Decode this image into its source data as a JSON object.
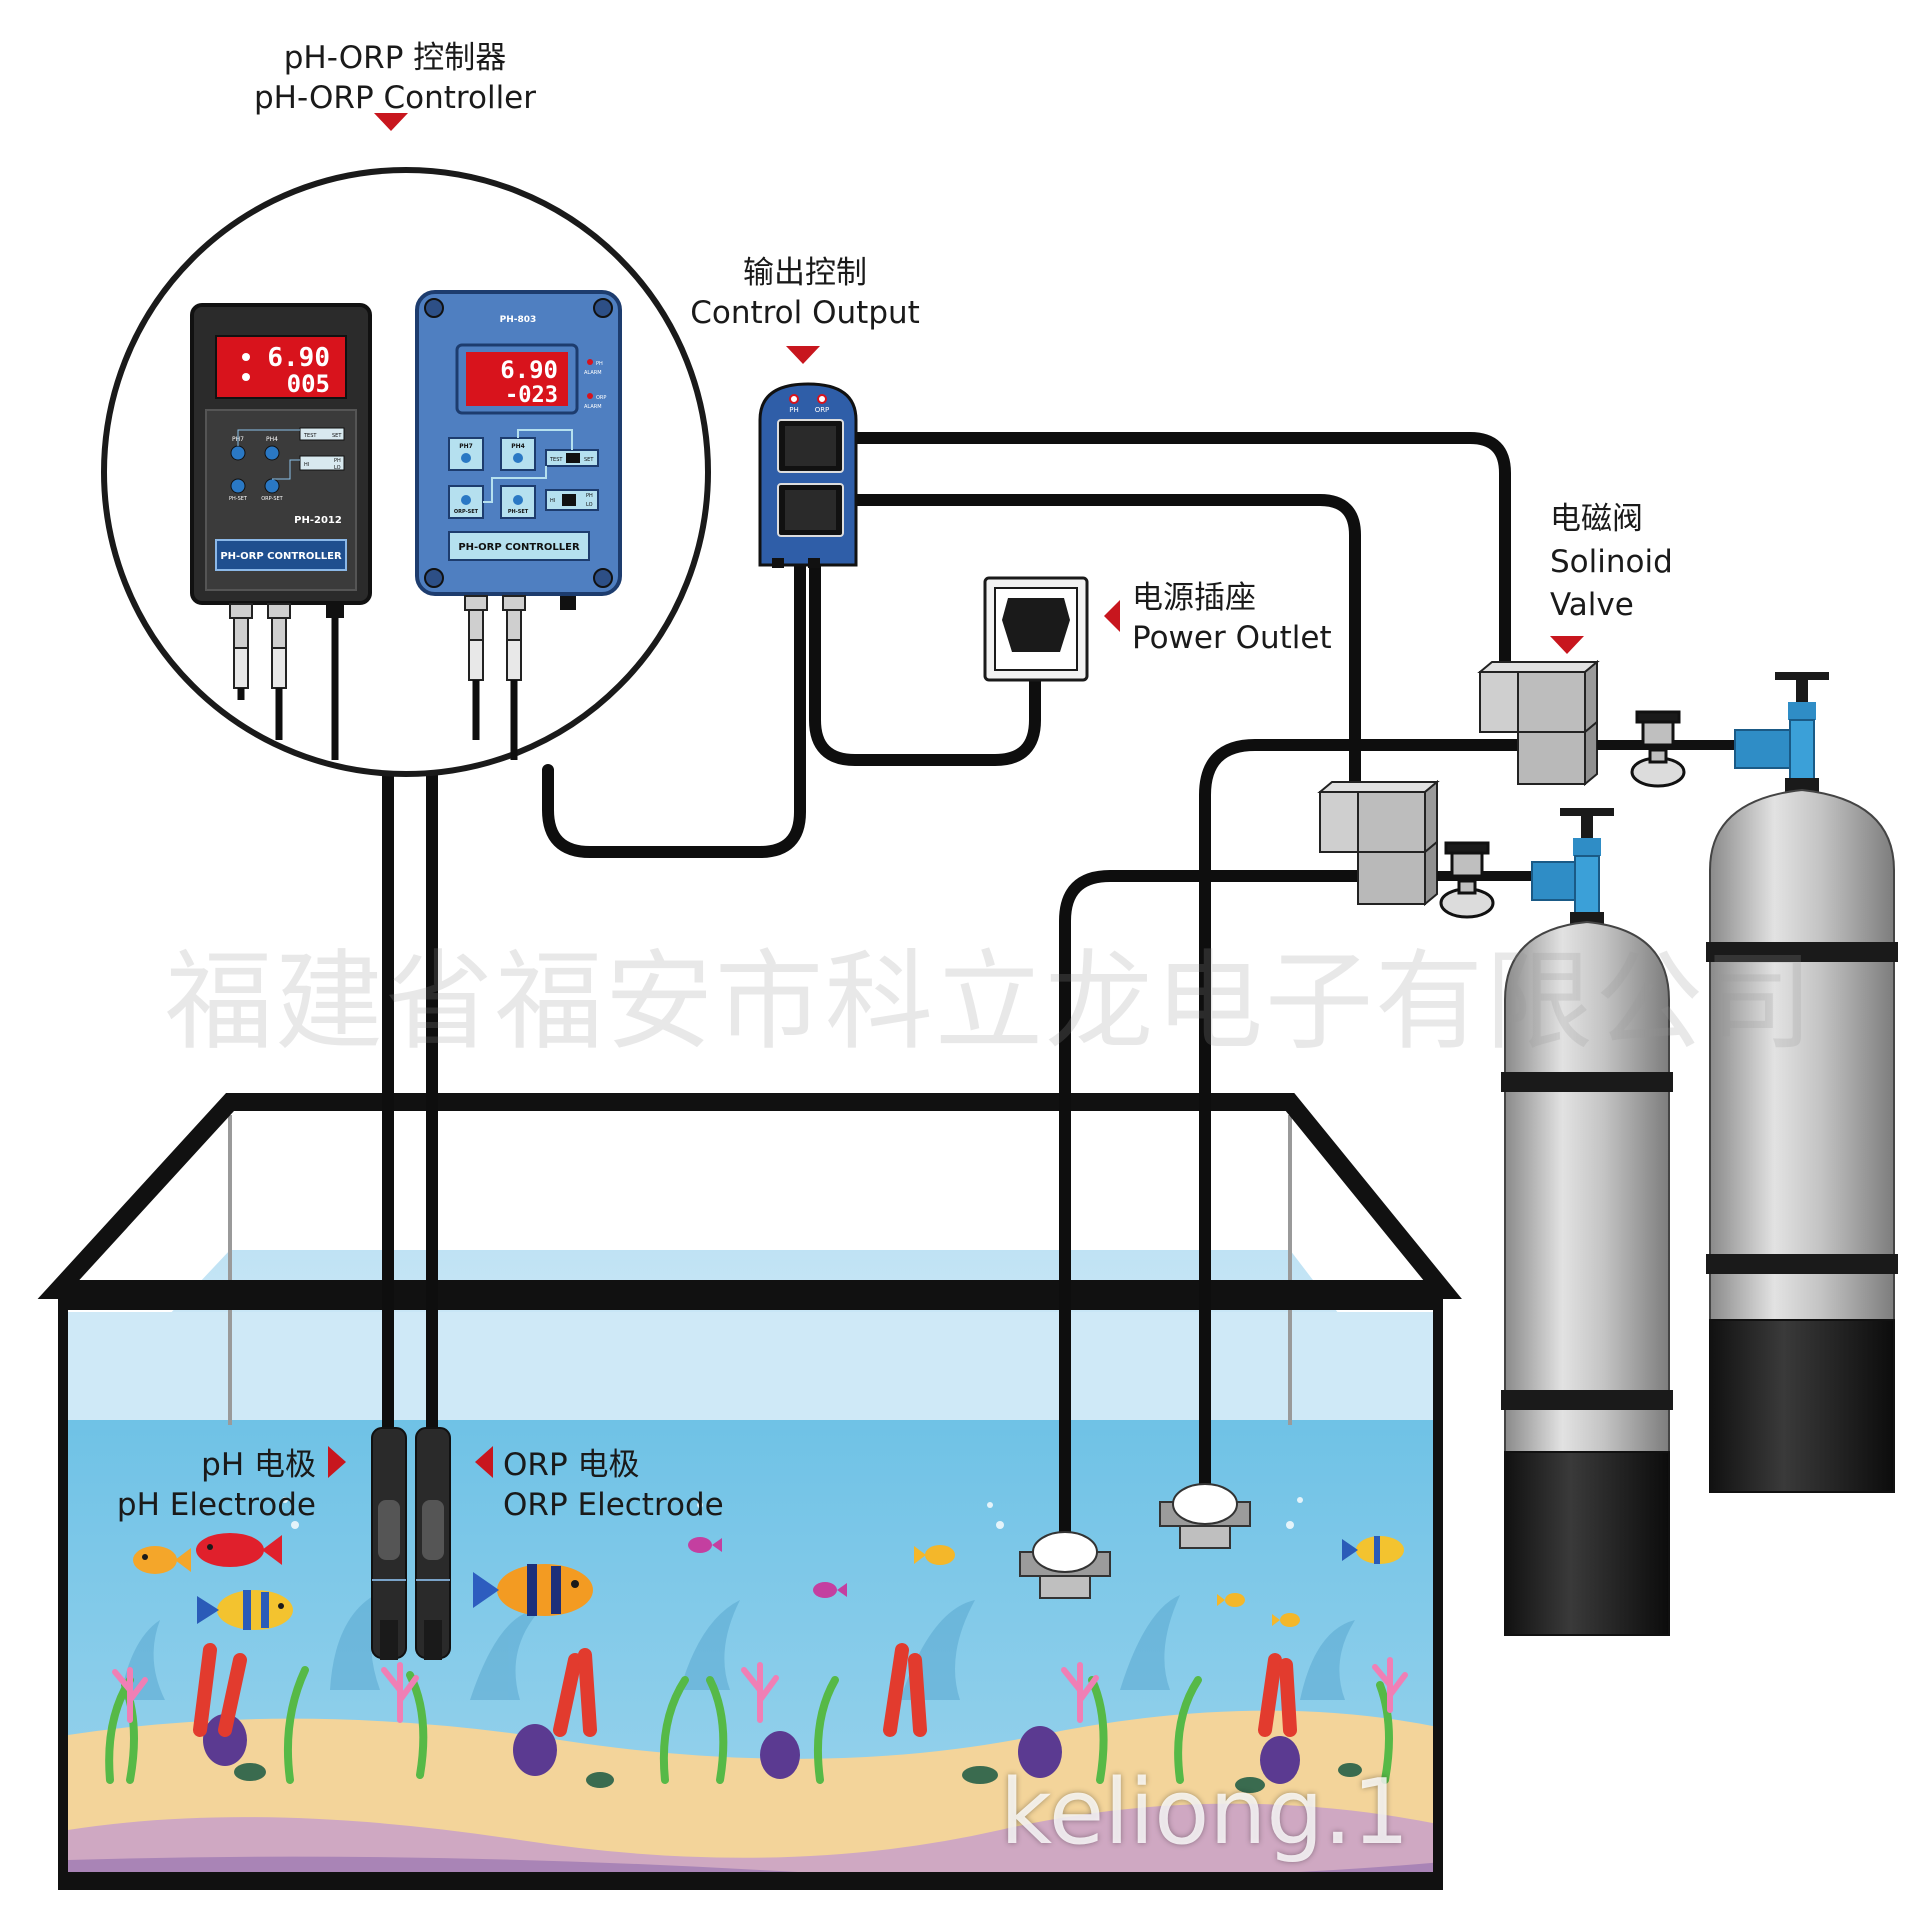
{
  "labels": {
    "controller_cn": "pH-ORP 控制器",
    "controller_en": "pH-ORP Controller",
    "output_cn": "输出控制",
    "output_en": "Control Output",
    "outlet_cn": "电源插座",
    "outlet_en": "Power Outlet",
    "valve_cn": "电磁阀",
    "valve_en_1": "Solinoid",
    "valve_en_2": "Valve",
    "ph_electrode_cn": "pH 电极",
    "ph_electrode_en": "pH Electrode",
    "orp_electrode_cn": "ORP 电极",
    "orp_electrode_en": "ORP Electrode"
  },
  "device_2012": {
    "display_top": "6.90",
    "display_bottom": "005",
    "btn_ph7": "PH7",
    "btn_ph4": "PH4",
    "btn_phset": "PH-SET",
    "btn_orpset": "ORP-SET",
    "switch_test": "TEST",
    "switch_set": "SET",
    "switch_hi": "HI",
    "switch_lo": "LO",
    "switch_ph": "PH",
    "model": "PH-2012",
    "name": "PH-ORP CONTROLLER"
  },
  "device_803": {
    "model": "PH-803",
    "display_top": "6.90",
    "display_bottom": "-023",
    "ph_alarm_1": "PH",
    "ph_alarm_2": "ALARM",
    "orp_alarm_1": "ORP",
    "orp_alarm_2": "ALARM",
    "btn_ph7": "PH7",
    "btn_ph4": "PH4",
    "btn_orpset": "ORP-SET",
    "btn_phset": "PH-SET",
    "switch_test": "TEST",
    "switch_set": "SET",
    "switch_hi": "HI",
    "switch_lo": "LO",
    "switch_ph": "PH",
    "name": "PH-ORP CONTROLLER"
  },
  "output_box": {
    "ph": "PH",
    "orp": "ORP"
  },
  "watermark": {
    "company": "福建省福安市科立龙电子有限公司",
    "brand": "keliong.1"
  },
  "colors": {
    "water": "#7cc8e6",
    "water_top": "#cde9f7",
    "sand": "#f3d49a",
    "controller_blue": "#4f7fc1",
    "display_red": "#d8131c",
    "arrow_red": "#c8161e",
    "tank_frame": "#111111",
    "cylinder": "#b3b3b3"
  }
}
